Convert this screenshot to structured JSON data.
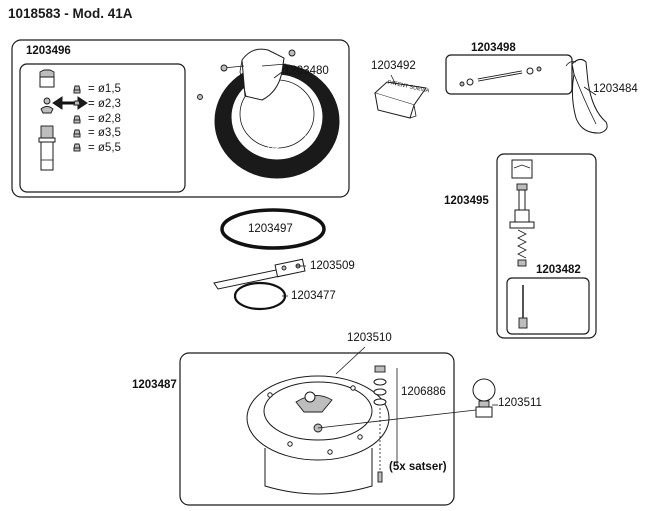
{
  "title": "1018583 - Mod. 41A",
  "groups": {
    "g1203496": "1203496",
    "g1203498": "1203498",
    "g1203495": "1203495",
    "g1203482": "1203482",
    "g1203487": "1203487"
  },
  "parts": {
    "p1203480": "1203480",
    "p1203492": "1203492",
    "p1203484": "1203484",
    "p1203497": "1203497",
    "p1203509": "1203509",
    "p1203477": "1203477",
    "p1203510": "1203510",
    "p1206886": "1206886",
    "p1203511": "1203511"
  },
  "diameters": [
    "= ø1,5",
    "= ø2,3",
    "= ø2,8",
    "= ø3,5",
    "= ø5,5"
  ],
  "bowl_text": "SUEVIA 41A",
  "patent_text": "PATENT SUEVIA",
  "screw_note": "(5x satser)"
}
